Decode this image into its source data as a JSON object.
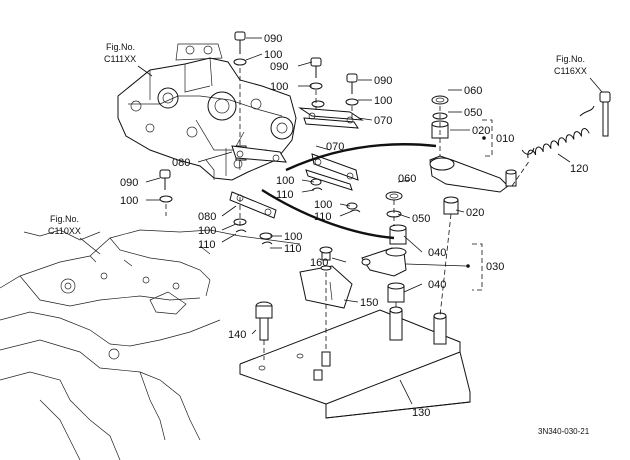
{
  "drawing_code": "3N340-030-21",
  "fig_refs": {
    "c111": [
      "Fig.No.",
      "C111XX"
    ],
    "c110": [
      "Fig.No.",
      "C110XX"
    ],
    "c116": [
      "Fig.No.",
      "C116XX"
    ]
  },
  "parts": {
    "p090a": "090",
    "p100a": "100",
    "p090b": "090",
    "p100b": "100",
    "p090c": "090",
    "p100c": "100",
    "p070a": "070",
    "p070b": "070",
    "p080a": "080",
    "p090d": "090",
    "p100d": "100",
    "p100e": "100",
    "p110a": "110",
    "p100f": "100",
    "p110b": "110",
    "p080b": "080",
    "p100g": "100",
    "p110c": "110",
    "p100h": "100",
    "p110d": "110",
    "p060a": "060",
    "p050a": "050",
    "p020a": "020",
    "p010": "010",
    "p120": "120",
    "p060b": "060",
    "p050b": "050",
    "p020b": "020",
    "p040a": "040",
    "p030": "030",
    "p160": "160",
    "p040b": "040",
    "p150": "150",
    "p140": "140",
    "p130": "130"
  }
}
